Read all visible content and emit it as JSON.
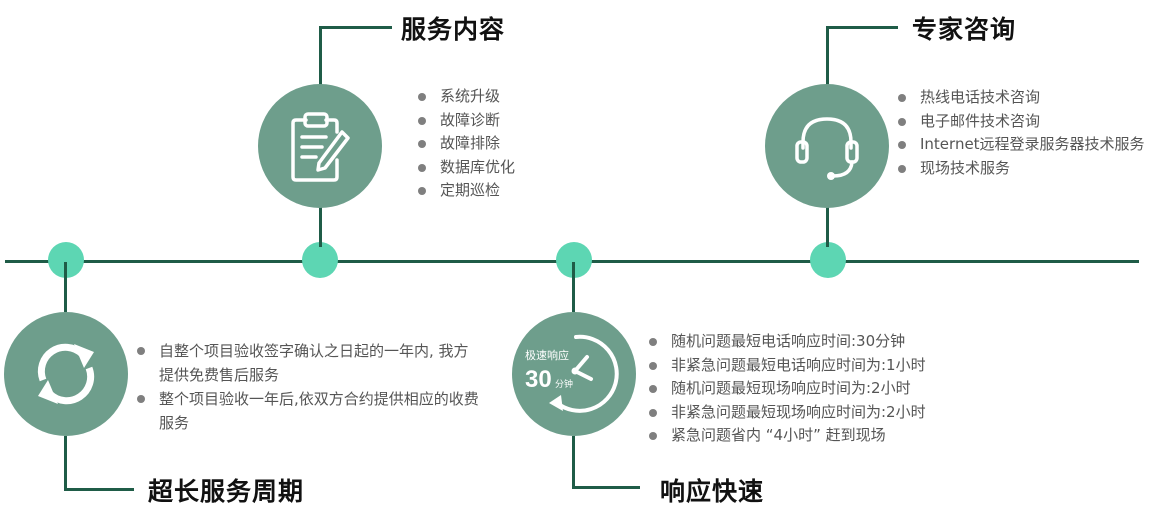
{
  "sections": {
    "service_content": {
      "title": "服务内容",
      "icon": "clipboard-icon",
      "items": [
        "系统升级",
        "故障诊断",
        "故障排除",
        "数据库优化",
        "定期巡检"
      ]
    },
    "expert_consult": {
      "title": "专家咨询",
      "icon": "headset-icon",
      "items": [
        "热线电话技术咨询",
        "电子邮件技术咨询",
        "Internet远程登录服务器技术服务",
        "现场技术服务"
      ]
    },
    "long_service": {
      "title": "超长服务周期",
      "icon": "refresh-icon",
      "items": [
        "自整个项目验收签字确认之日起的一年内, 我方提供免费售后服务",
        "整个项目验收一年后,依双方合约提供相应的收费服务"
      ]
    },
    "fast_response": {
      "title": "响应快速",
      "icon": "timer-icon",
      "icon_text": {
        "top": "极速响应",
        "number": "30",
        "unit": "分钟"
      },
      "items": [
        "随机问题最短电话响应时间:30分钟",
        "非紧急问题最短电话响应时间为:1小时",
        "随机问题最短现场响应时间为:2小时",
        "非紧急问题最短现场响应时间为:2小时",
        "紧急问题省内 “4小时” 赶到现场"
      ]
    }
  },
  "colors": {
    "timeline": "#1f5c47",
    "node": "#5dd6b3",
    "circle": "#6e9e8c",
    "bullet": "#7f7f7f"
  }
}
